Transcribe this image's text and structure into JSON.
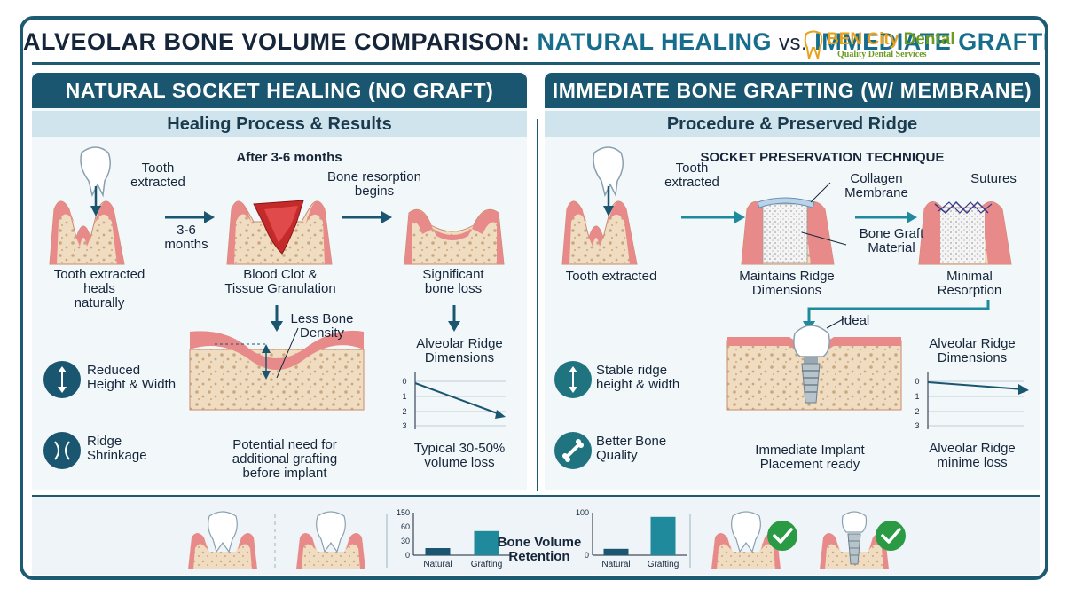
{
  "header": {
    "title_main": "ALVEOLAR BONE VOLUME COMPARISON:",
    "title_natural": "NATURAL HEALING",
    "title_vs": "vs.",
    "title_graft": "IMMEDIATE GRAFTING",
    "logo_line1a": "BEN City",
    "logo_line1b": "Dental",
    "logo_line2": "Quality Dental Services"
  },
  "left_panel": {
    "heading": "NATURAL SOCKET HEALING (NO GRAFT)",
    "subheading": "Healing Process & Results",
    "after_months": "After 3-6 months",
    "tooth_extracted_label": "Tooth\nextracted",
    "arrow_label": "3-6\nmonths",
    "bone_resorption": "Bone resorption\nbegins",
    "caption1": "Tooth extracted\nheals\nnaturally",
    "caption2": "Blood Clot &\nTissue Granulation",
    "caption3": "Significant\nbone loss",
    "less_bone_density": "Less Bone\nDensity",
    "ridge_dimensions_title": "Alveolar Ridge\nDimensions",
    "reduced_label": "Reduced\nHeight & Width",
    "shrinkage_label": "Ridge\nShrinkage",
    "potential_need": "Potential need for\nadditional grafting\nbefore implant",
    "typical_loss": "Typical 30-50%\nvolume loss",
    "ticks": [
      "0",
      "1",
      "2",
      "3"
    ]
  },
  "right_panel": {
    "heading": "IMMEDIATE BONE GRAFTING (W/ MEMBRANE)",
    "subheading": "Procedure & Preserved Ridge",
    "technique": "SOCKET PRESERVATION TECHNIQUE",
    "tooth_extracted_label": "Tooth\nextracted",
    "collagen_membrane": "Collagen\nMembrane",
    "sutures": "Sutures",
    "bone_graft_material": "Bone Graft\nMaterial",
    "caption1": "Tooth extracted",
    "caption2": "Maintains Ridge\nDimensions",
    "caption3": "Minimal\nResorption",
    "ideal": "Ideal",
    "stable_label": "Stable ridge\nheight & width",
    "better_bone_label": "Better Bone\nQuality",
    "implant_ready": "Immediate Implant\nPlacement ready",
    "ridge_dimensions_title": "Alveolar Ridge\nDimensions",
    "minime_loss": "Alveolar Ridge\nminime loss",
    "ticks": [
      "0",
      "1",
      "2",
      "3"
    ]
  },
  "bottom": {
    "retention_label": "Bone Volume\nRetention"
  },
  "colors": {
    "navy": "#1b5670",
    "teal": "#1f8a9c",
    "gum": "#e88a8a",
    "bone": "#f0dcc0",
    "check": "#2a9a45"
  },
  "chart_data": [
    {
      "type": "bar",
      "categories": [
        "Natural",
        "Grafting"
      ],
      "values": [
        25,
        85
      ],
      "ylim": [
        0,
        150
      ],
      "yticks": [
        "150",
        "60",
        "30",
        "0"
      ],
      "ylabel": "",
      "title": ""
    },
    {
      "type": "bar",
      "categories": [
        "Natural",
        "Grafting"
      ],
      "values": [
        15,
        90
      ],
      "ylim": [
        0,
        100
      ],
      "yticks": [
        "100",
        "0"
      ],
      "ylabel": "",
      "title": ""
    }
  ]
}
